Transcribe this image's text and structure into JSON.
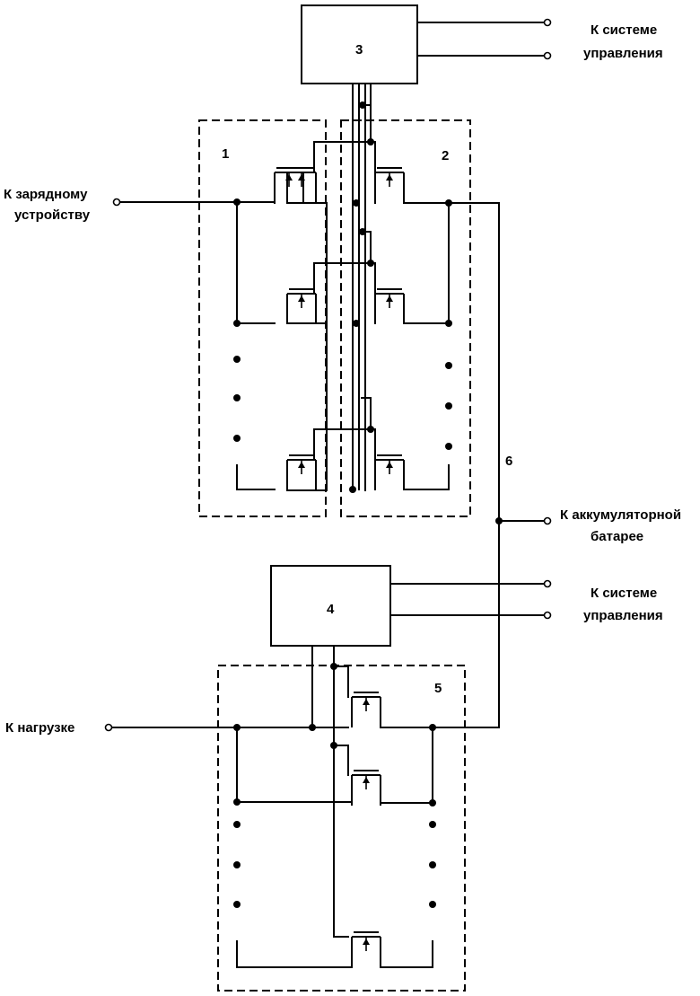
{
  "labels": {
    "control_top_1": "К системе",
    "control_top_2": "управления",
    "charger_1": "К зарядному",
    "charger_2": "устройству",
    "battery_1": "К аккумуляторной",
    "battery_2": "батарее",
    "control_mid_1": "К системе",
    "control_mid_2": "управления",
    "load": "К нагрузке"
  },
  "numbers": {
    "block_1": "1",
    "block_2": "2",
    "block_3": "3",
    "block_4": "4",
    "block_5": "5",
    "bus_6": "6"
  }
}
